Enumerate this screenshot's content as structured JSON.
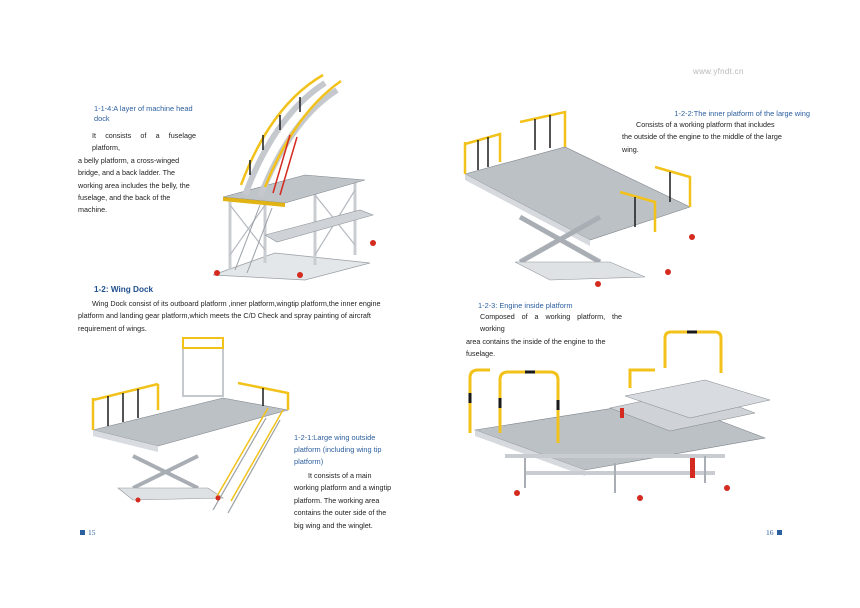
{
  "left_page": {
    "s114": {
      "heading_line1": "1-1-4:A layer of machine head",
      "heading_line2": "dock",
      "body": [
        "It consists of a fuselage platform,",
        "a belly platform, a cross-winged",
        "bridge, and a back ladder. The",
        "working area includes the belly, the",
        "fuselage, and the back of the",
        "machine."
      ]
    },
    "s12": {
      "title": "1-2: Wing Dock",
      "body": [
        "Wing Dock consist of its outboard platform ,inner platform,wingtip platform,the inner engine",
        "platform and landing gear platform,which meets the C/D Check and spray painting of aircraft",
        "requirement of wings."
      ]
    },
    "s121": {
      "heading_line1": "1-2-1:Large wing outside",
      "heading_line2": "platform (including wing tip",
      "heading_line3": "platform)",
      "body": [
        "It consists of a main",
        "working platform and a wingtip",
        "platform. The working area",
        "contains the outer side of the",
        "big wing and the winglet."
      ]
    },
    "page_number": "15"
  },
  "right_page": {
    "watermark": "www.yfndt.cn",
    "s122": {
      "heading": "1-2-2:The inner platform of the large wing",
      "body": [
        "Consists of a working platform that includes",
        "the outside of the engine to the middle of the large",
        "wing."
      ]
    },
    "s123": {
      "heading": "1-2-3: Engine inside platform",
      "body": [
        "Composed of a working platform, the working",
        "area contains the inside of the engine to the",
        "fuselage."
      ]
    },
    "page_number": "16"
  },
  "colors": {
    "heading_blue": "#2c5f9e",
    "rail_yellow": "#f2c21b",
    "rail_black": "#1a1a1a",
    "deck_grey": "#b9bec4",
    "frame_grey": "#d6d9dd",
    "accent_red": "#d42a1f"
  }
}
